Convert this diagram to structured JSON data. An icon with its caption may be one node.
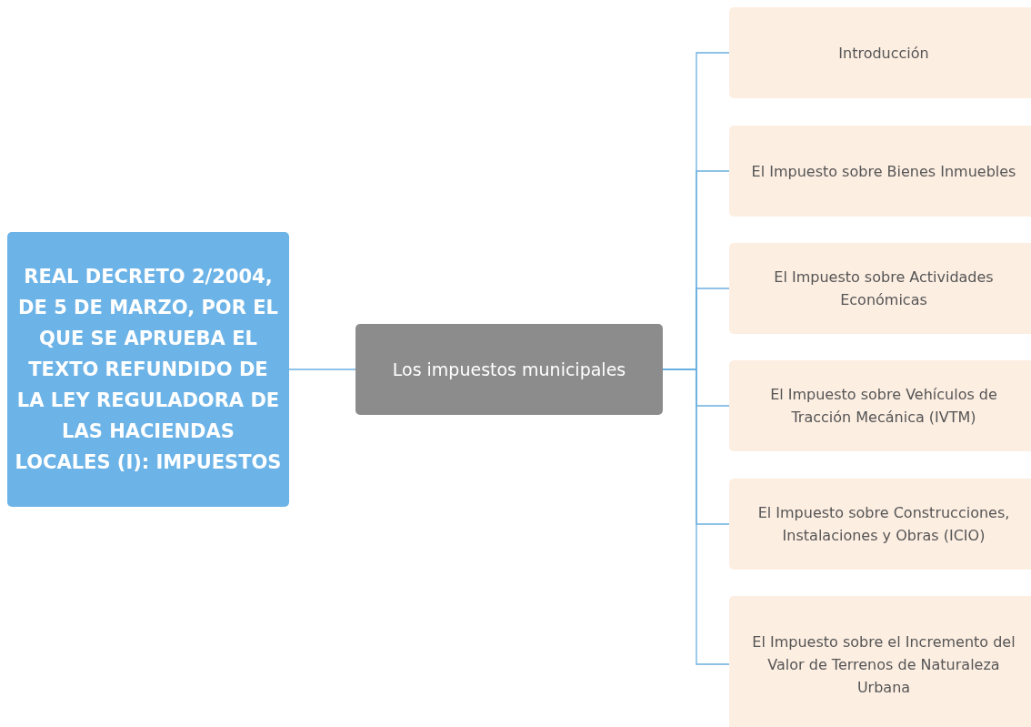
{
  "diagram": {
    "nodes": [
      {
        "text": [
          "REAL DECRETO 2/2004, DE 5 DE MARZO, POR EL QUE SE APRUEBA EL TEXTO REFUNDIDO DE LA LEY REGULADORA DE LAS HACIENDAS LOCALES (I): IMPUESTOS"
        ]
      },
      {
        "text": [
          "Los impuestos municipales"
        ]
      },
      {
        "text": [
          "Introducción"
        ]
      },
      {
        "text": [
          "El Impuesto sobre Bienes Inmuebles"
        ]
      },
      {
        "text": [
          "El Impuesto sobre Actividades Económicas"
        ]
      },
      {
        "text": [
          "El Impuesto sobre Vehículos de Tracción Mecánica (IVTM)"
        ]
      },
      {
        "text": [
          "El Impuesto sobre Construcciones, Instalaciones y Obras (ICIO)"
        ]
      },
      {
        "text": [
          "El Impuesto sobre el Incremento del Valor de Terrenos de Naturaleza Urbana"
        ]
      }
    ],
    "edges": [
      {
        "from": 0,
        "to": 1,
        "arrow": "none"
      },
      {
        "from": 1,
        "to": 2,
        "arrow": "none"
      },
      {
        "from": 1,
        "to": 3,
        "arrow": "none"
      },
      {
        "from": 1,
        "to": 4,
        "arrow": "none"
      },
      {
        "from": 1,
        "to": 5,
        "arrow": "none"
      },
      {
        "from": 1,
        "to": 6,
        "arrow": "none"
      },
      {
        "from": 1,
        "to": 7,
        "arrow": "none"
      }
    ]
  }
}
